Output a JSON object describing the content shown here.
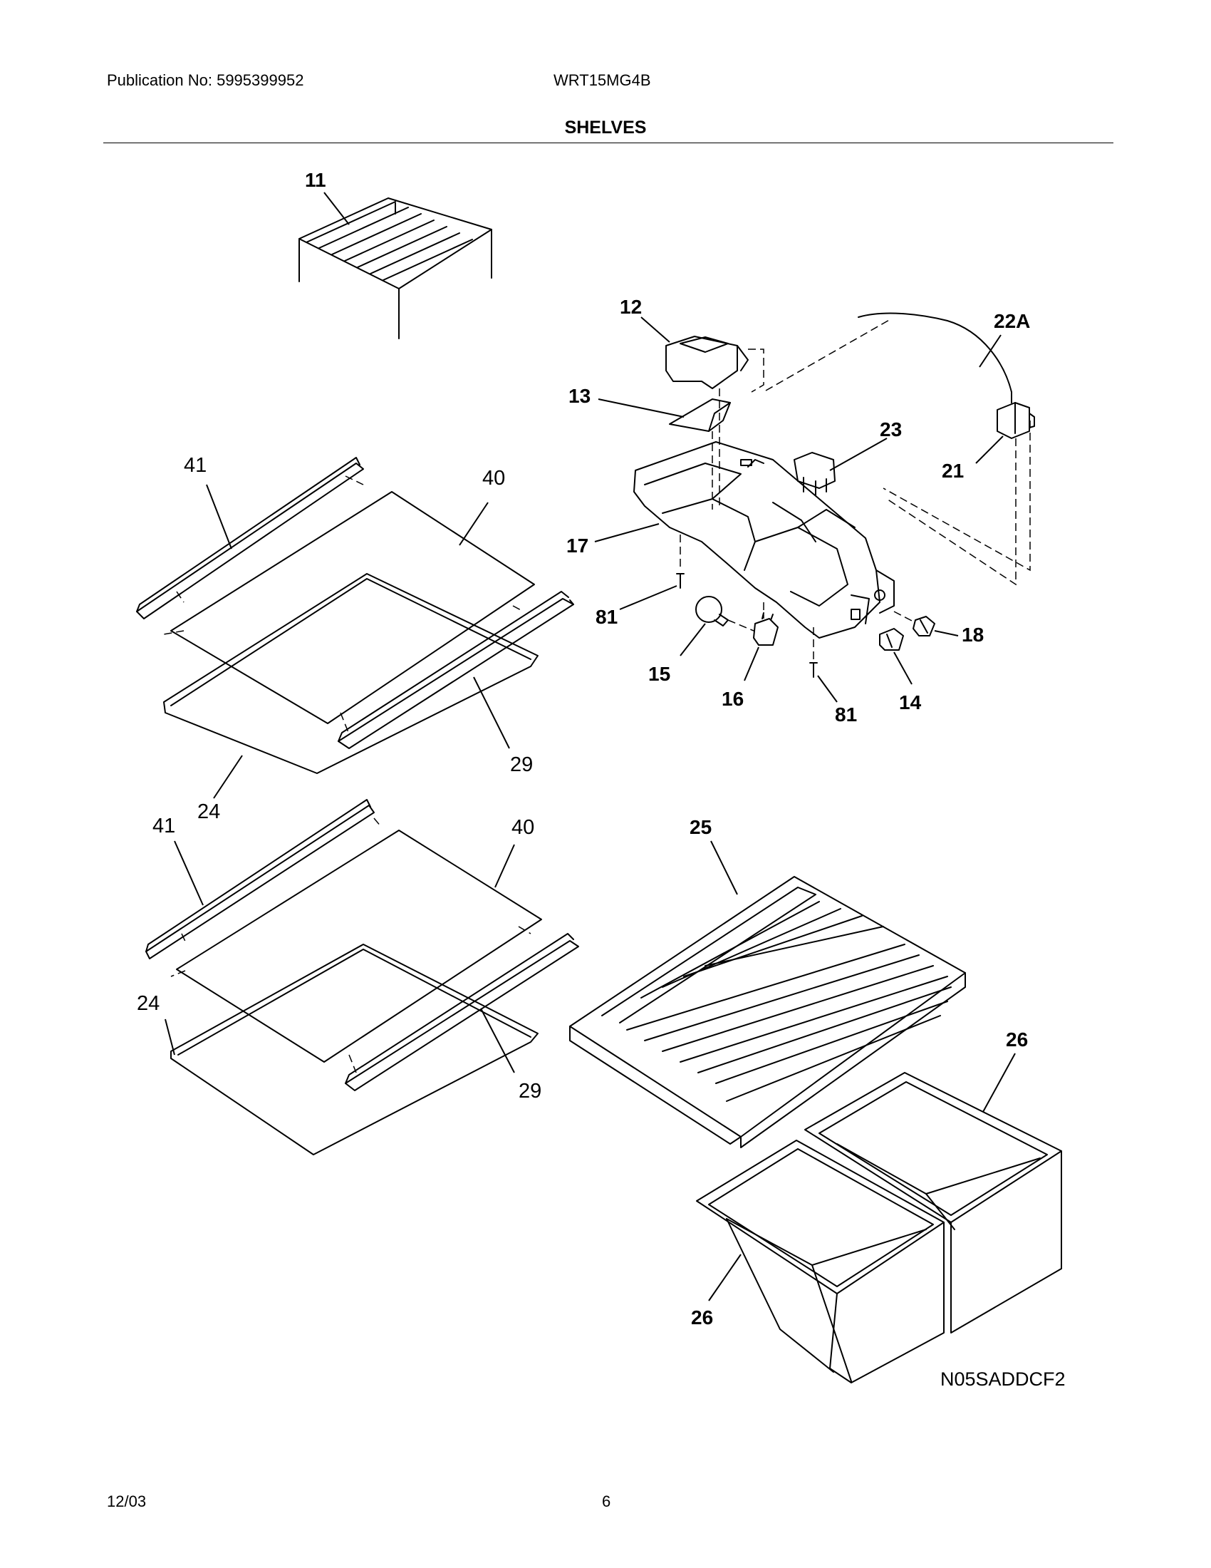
{
  "header": {
    "publication": "Publication No: 5995399952",
    "model": "WRT15MG4B",
    "section_title": "SHELVES"
  },
  "footer": {
    "date": "12/03",
    "page_number": "6"
  },
  "diagram": {
    "code": "N05SADDCF2",
    "callouts": {
      "c11": "11",
      "c12": "12",
      "c13": "13",
      "c22a": "22A",
      "c23": "23",
      "c21": "21",
      "c17": "17",
      "c81a": "81",
      "c15": "15",
      "c16": "16",
      "c81b": "81",
      "c14": "14",
      "c18": "18",
      "c41a": "41",
      "c40a": "40",
      "c29a": "29",
      "c24a": "24",
      "c41b": "41",
      "c40b": "40",
      "c24b": "24",
      "c29b": "29",
      "c25": "25",
      "c26a": "26",
      "c26b": "26"
    }
  }
}
